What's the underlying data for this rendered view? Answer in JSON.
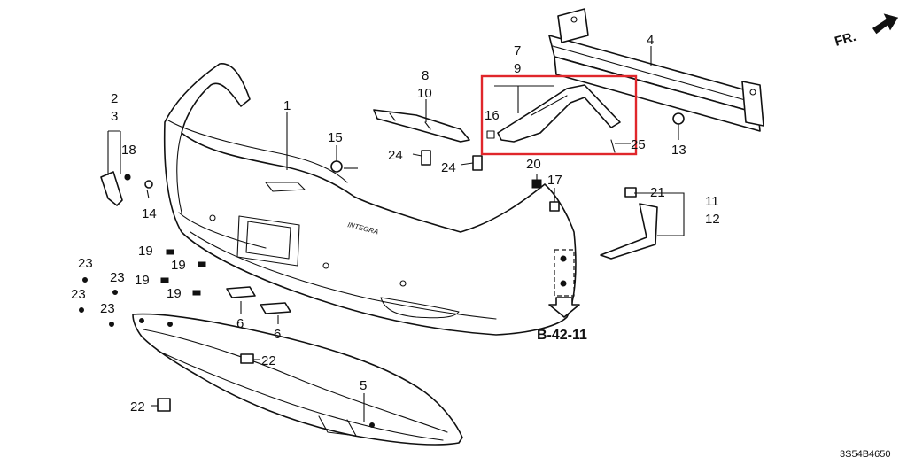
{
  "diagram": {
    "callouts": {
      "c1": "1",
      "c2": "2",
      "c3": "3",
      "c4": "4",
      "c5": "5",
      "c6a": "6",
      "c6b": "6",
      "c7": "7",
      "c8": "8",
      "c9": "9",
      "c10": "10",
      "c11": "11",
      "c12": "12",
      "c13": "13",
      "c14": "14",
      "c15": "15",
      "c16": "16",
      "c17": "17",
      "c18": "18",
      "c19a": "19",
      "c19b": "19",
      "c19c": "19",
      "c19d": "19",
      "c20": "20",
      "c21": "21",
      "c22a": "22",
      "c22b": "22",
      "c23a": "23",
      "c23b": "23",
      "c23c": "23",
      "c23d": "23",
      "c24a": "24",
      "c24b": "24",
      "c25": "25"
    },
    "reference": "B-42-11",
    "direction": "FR.",
    "brand": "INTEGRA",
    "figure_code": "3S54B4650",
    "highlight_color": "#e0262b"
  }
}
